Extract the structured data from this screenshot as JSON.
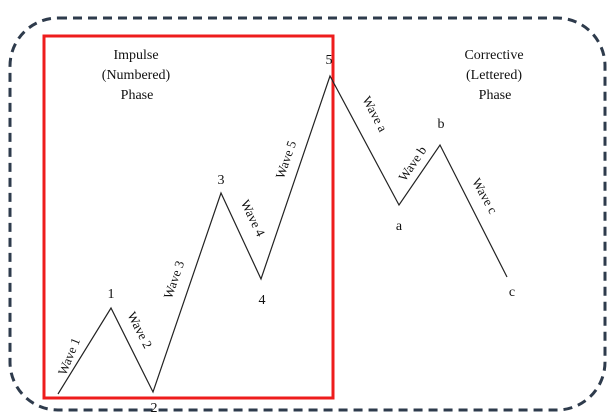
{
  "impulse_phase": {
    "line1": "Impulse",
    "line2": "(Numbered)",
    "line3": "Phase"
  },
  "corrective_phase": {
    "line1": "Corrective",
    "line2": "(Lettered)",
    "line3": "Phase"
  },
  "points": [
    "1",
    "2",
    "3",
    "4",
    "5",
    "a",
    "b",
    "c"
  ],
  "waves": [
    "Wave 1",
    "Wave 2",
    "Wave 3",
    "Wave 4",
    "Wave 5",
    "Wave a",
    "Wave b",
    "Wave c"
  ],
  "colors": {
    "highlight": "#ee1c1c",
    "frame": "#2e3b4c",
    "line": "#222222"
  }
}
